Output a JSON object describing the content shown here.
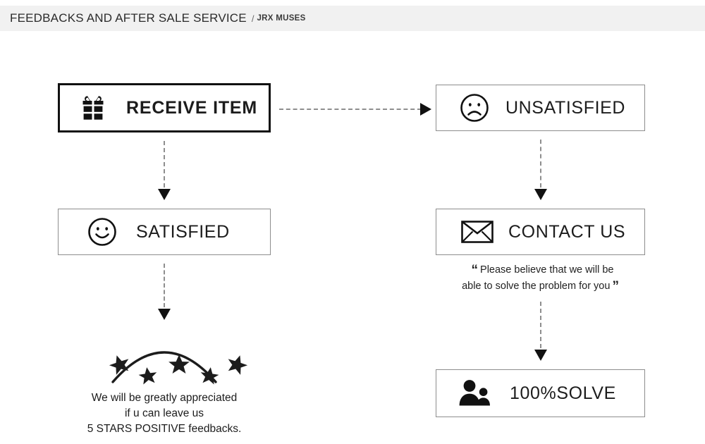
{
  "header": {
    "title": "FEEDBACKS AND AFTER SALE SERVICE",
    "separator": "/",
    "brand": "JRX MUSES",
    "band_color": "#f1f1f1"
  },
  "flow": {
    "boxes": [
      {
        "id": "receive-item",
        "label": "RECEIVE ITEM",
        "icon": "gift-icon",
        "emphasis": "thick-border"
      },
      {
        "id": "unsatisfied",
        "label": "UNSATISFIED",
        "icon": "sad-face-icon",
        "emphasis": "thin-border"
      },
      {
        "id": "satisfied",
        "label": "SATISFIED",
        "icon": "smiley-face-icon",
        "emphasis": "thin-border"
      },
      {
        "id": "contact-us",
        "label": "CONTACT US",
        "icon": "envelope-icon",
        "emphasis": "thin-border"
      },
      {
        "id": "solve",
        "label": "100%SOLVE",
        "icon": "two-people-icon",
        "emphasis": "thin-border"
      }
    ],
    "arrows": [
      {
        "from": "receive-item",
        "to": "unsatisfied",
        "direction": "right"
      },
      {
        "from": "receive-item",
        "to": "satisfied",
        "direction": "down"
      },
      {
        "from": "satisfied",
        "to": "rating",
        "direction": "down"
      },
      {
        "from": "unsatisfied",
        "to": "contact-us",
        "direction": "down"
      },
      {
        "from": "contact-us",
        "to": "solve",
        "direction": "down"
      }
    ]
  },
  "quote": {
    "open_mark": "“",
    "close_mark": "”",
    "line1": "Please believe that we will be",
    "line2": "able to solve the problem for you"
  },
  "rating": {
    "star_count": 5,
    "star_glyph": "★"
  },
  "feedback": {
    "line1": "We will be greatly appreciated",
    "line2": "if u can leave us",
    "line3": "5 STARS POSITIVE feedbacks."
  },
  "colors": {
    "page_background": "#ffffff",
    "ink": "#1c1c1c",
    "box_border": "#8d8d8d",
    "emphasis_border": "#111111",
    "arrow_dash": "#8e8e8e"
  }
}
